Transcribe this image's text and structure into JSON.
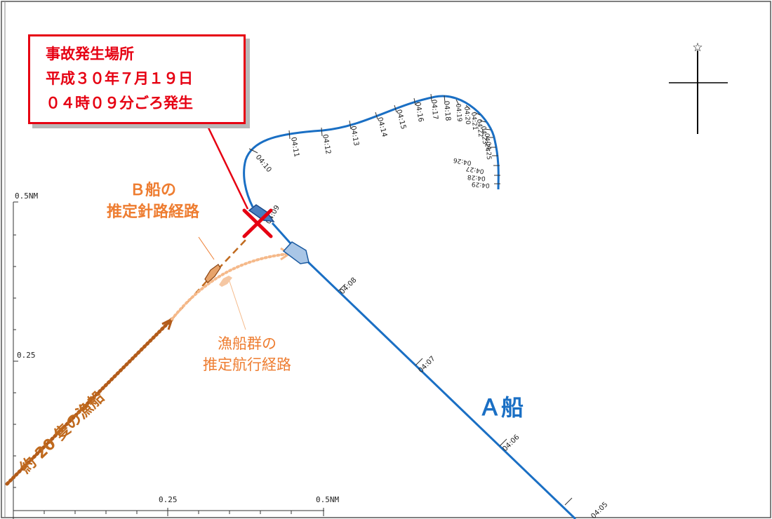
{
  "callout": {
    "line1": "事故発生場所",
    "line2": "平成３０年７月１９日",
    "line3": "０４時０９分ごろ発生"
  },
  "ship_b_label": {
    "line1": "Ｂ船の",
    "line2": "推定針路経路"
  },
  "fleet_label": {
    "line1": "漁船群の",
    "line2": "推定航行経路"
  },
  "ship_a_label": "Ａ船",
  "fishing_boats_label": "約 20 隻の漁船",
  "axes": {
    "left_ticks": [
      "0.5NM",
      "0.25"
    ],
    "bottom_ticks": [
      "0.25",
      "0.5NM"
    ]
  },
  "track_times": {
    "a_south": [
      "04:05",
      "04:06",
      "04:07",
      "04:08",
      "04:09"
    ],
    "a_loop": [
      "04:10",
      "04:11",
      "04:12",
      "04:13",
      "04:14",
      "04:15",
      "04:16",
      "04:17",
      "04:18",
      "04:19",
      "04:20",
      "04:21",
      "04:22",
      "04:23",
      "04:24",
      "04:25",
      "04:26",
      "04:27",
      "04:28",
      "04:29"
    ]
  },
  "north_arrow": "☆",
  "colors": {
    "track_a": "#1a6fc4",
    "callout": "#e60012",
    "ship_b": "#c06a1e",
    "fleet": "#ee7d31",
    "ship_fill": "#a9c6e6"
  }
}
